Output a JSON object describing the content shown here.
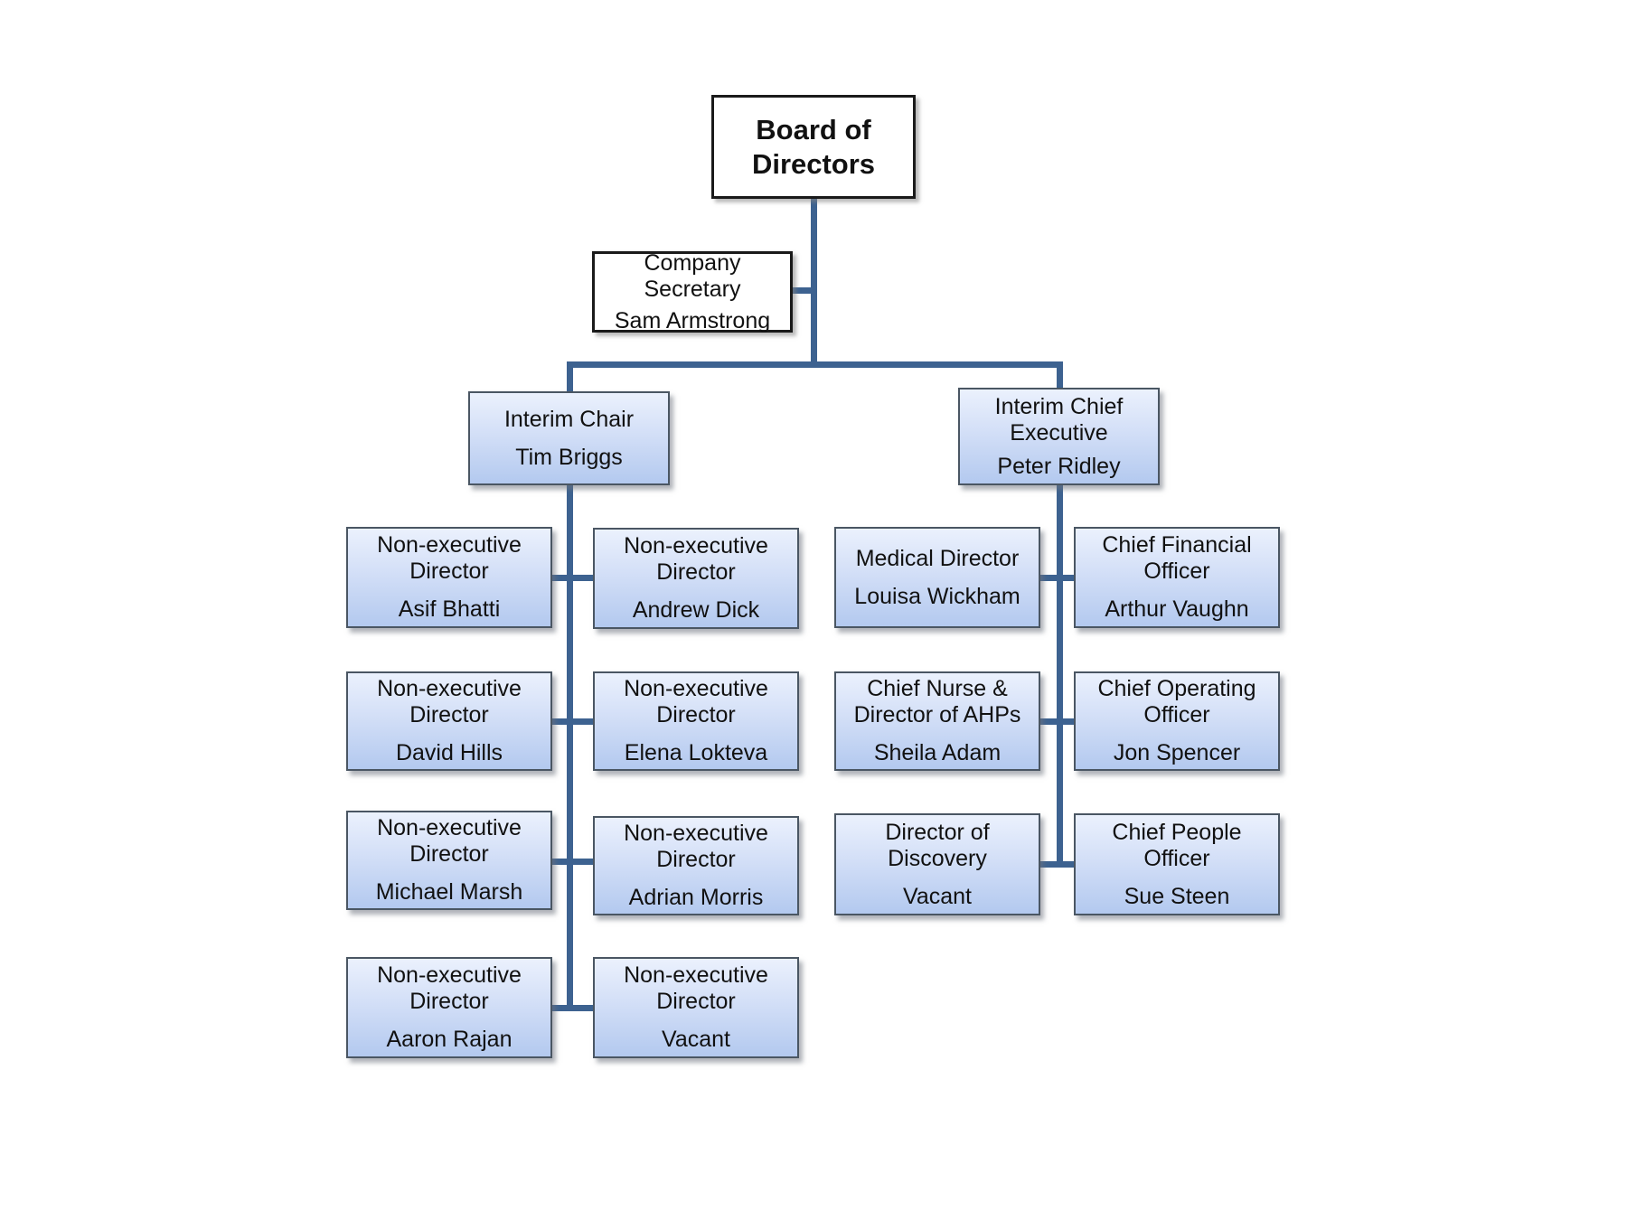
{
  "palette": {
    "connector_blue": "#3d6290",
    "node_border": "#4a5663",
    "node_gradient_top": "#ebf1fd",
    "node_gradient_bottom": "#b3c9ef",
    "plain_node_border": "#1a1a1a",
    "text_color": "#111111"
  },
  "board": {
    "title": "Board of Directors"
  },
  "company_secretary": {
    "role": "Company Secretary",
    "name": "Sam Armstrong"
  },
  "chair_branch": {
    "head": {
      "role": "Interim Chair",
      "name": "Tim Briggs"
    },
    "reports": [
      {
        "role": "Non-executive Director",
        "name": "Asif Bhatti"
      },
      {
        "role": "Non-executive Director",
        "name": "Andrew Dick"
      },
      {
        "role": "Non-executive Director",
        "name": "David Hills"
      },
      {
        "role": "Non-executive Director",
        "name": "Elena Lokteva"
      },
      {
        "role": "Non-executive Director",
        "name": "Michael Marsh"
      },
      {
        "role": "Non-executive Director",
        "name": "Adrian Morris"
      },
      {
        "role": "Non-executive Director",
        "name": "Aaron Rajan"
      },
      {
        "role": "Non-executive Director",
        "name": "Vacant"
      }
    ]
  },
  "executive_branch": {
    "head": {
      "role": "Interim Chief Executive",
      "name": "Peter Ridley"
    },
    "reports": [
      {
        "role": "Medical Director",
        "name": "Louisa Wickham"
      },
      {
        "role": "Chief Financial Officer",
        "name": "Arthur Vaughn"
      },
      {
        "role": "Chief Nurse & Director of AHPs",
        "name": "Sheila Adam"
      },
      {
        "role": "Chief Operating Officer",
        "name": "Jon Spencer"
      },
      {
        "role": "Director of Discovery",
        "name": "Vacant"
      },
      {
        "role": "Chief People Officer",
        "name": "Sue Steen"
      }
    ]
  }
}
